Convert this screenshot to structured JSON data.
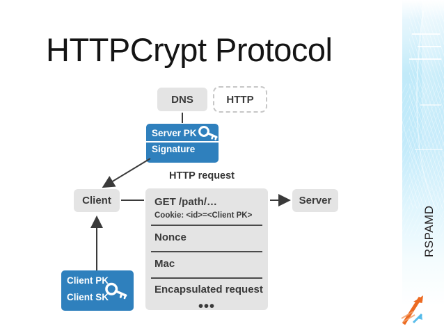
{
  "slide": {
    "title": "HTTPCrypt Protocol",
    "brand": "RSPAMD"
  },
  "diagram": {
    "discovery": {
      "dns_label": "DNS",
      "http_label": "HTTP",
      "server_key_block": {
        "server_pk": "Server PK",
        "signature": "Signature",
        "key_icon": "key-icon"
      }
    },
    "flow": {
      "request_label": "HTTP request",
      "client_label": "Client",
      "server_label": "Server"
    },
    "packet": {
      "sections": [
        {
          "title": "GET /path/…",
          "sub": "Cookie: <id>=<Client PK>"
        },
        {
          "title": "Nonce",
          "sub": ""
        },
        {
          "title": "Mac",
          "sub": ""
        },
        {
          "title": "Encapsulated request",
          "sub": ""
        }
      ],
      "ellipsis": "•••"
    },
    "client_key_block": {
      "client_pk": "Client PK",
      "client_sk": "Client SK",
      "key_icon": "key-icon"
    }
  },
  "colors": {
    "accent_blue": "#2f80bd",
    "box_gray": "#e4e4e4",
    "text_dark": "#3a3a3a",
    "panel_blue": "#a8e2f7",
    "logo_orange": "#ec6a21"
  }
}
